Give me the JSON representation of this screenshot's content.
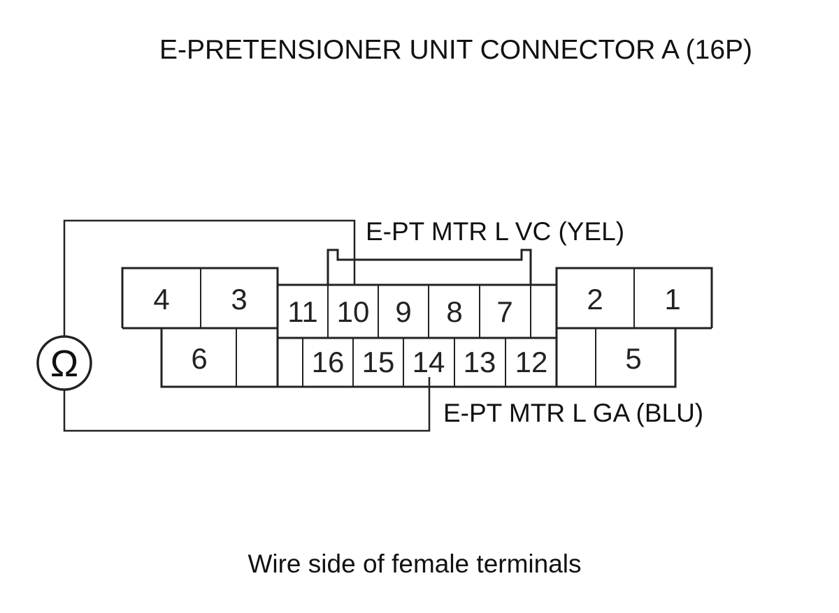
{
  "title": "E-PRETENSIONER UNIT CONNECTOR A (16P)",
  "caption": "Wire side of female terminals",
  "meter": {
    "symbol": "Ω",
    "icon": "ohmmeter-icon"
  },
  "probes": {
    "upper": {
      "label": "E-PT MTR L VC (YEL)",
      "terminal": "10",
      "wire_color": "YEL"
    },
    "lower": {
      "label": "E-PT MTR L GA (BLU)",
      "terminal": "14",
      "wire_color": "BLU"
    }
  },
  "connector": {
    "pin_count": "16P",
    "terminals": {
      "t1": "1",
      "t2": "2",
      "t3": "3",
      "t4": "4",
      "t5": "5",
      "t6": "6",
      "t7": "7",
      "t8": "8",
      "t9": "9",
      "t10": "10",
      "t11": "11",
      "t12": "12",
      "t13": "13",
      "t14": "14",
      "t15": "15",
      "t16": "16"
    }
  },
  "colors": {
    "line": "#222222",
    "background": "#ffffff",
    "text": "#111111"
  }
}
